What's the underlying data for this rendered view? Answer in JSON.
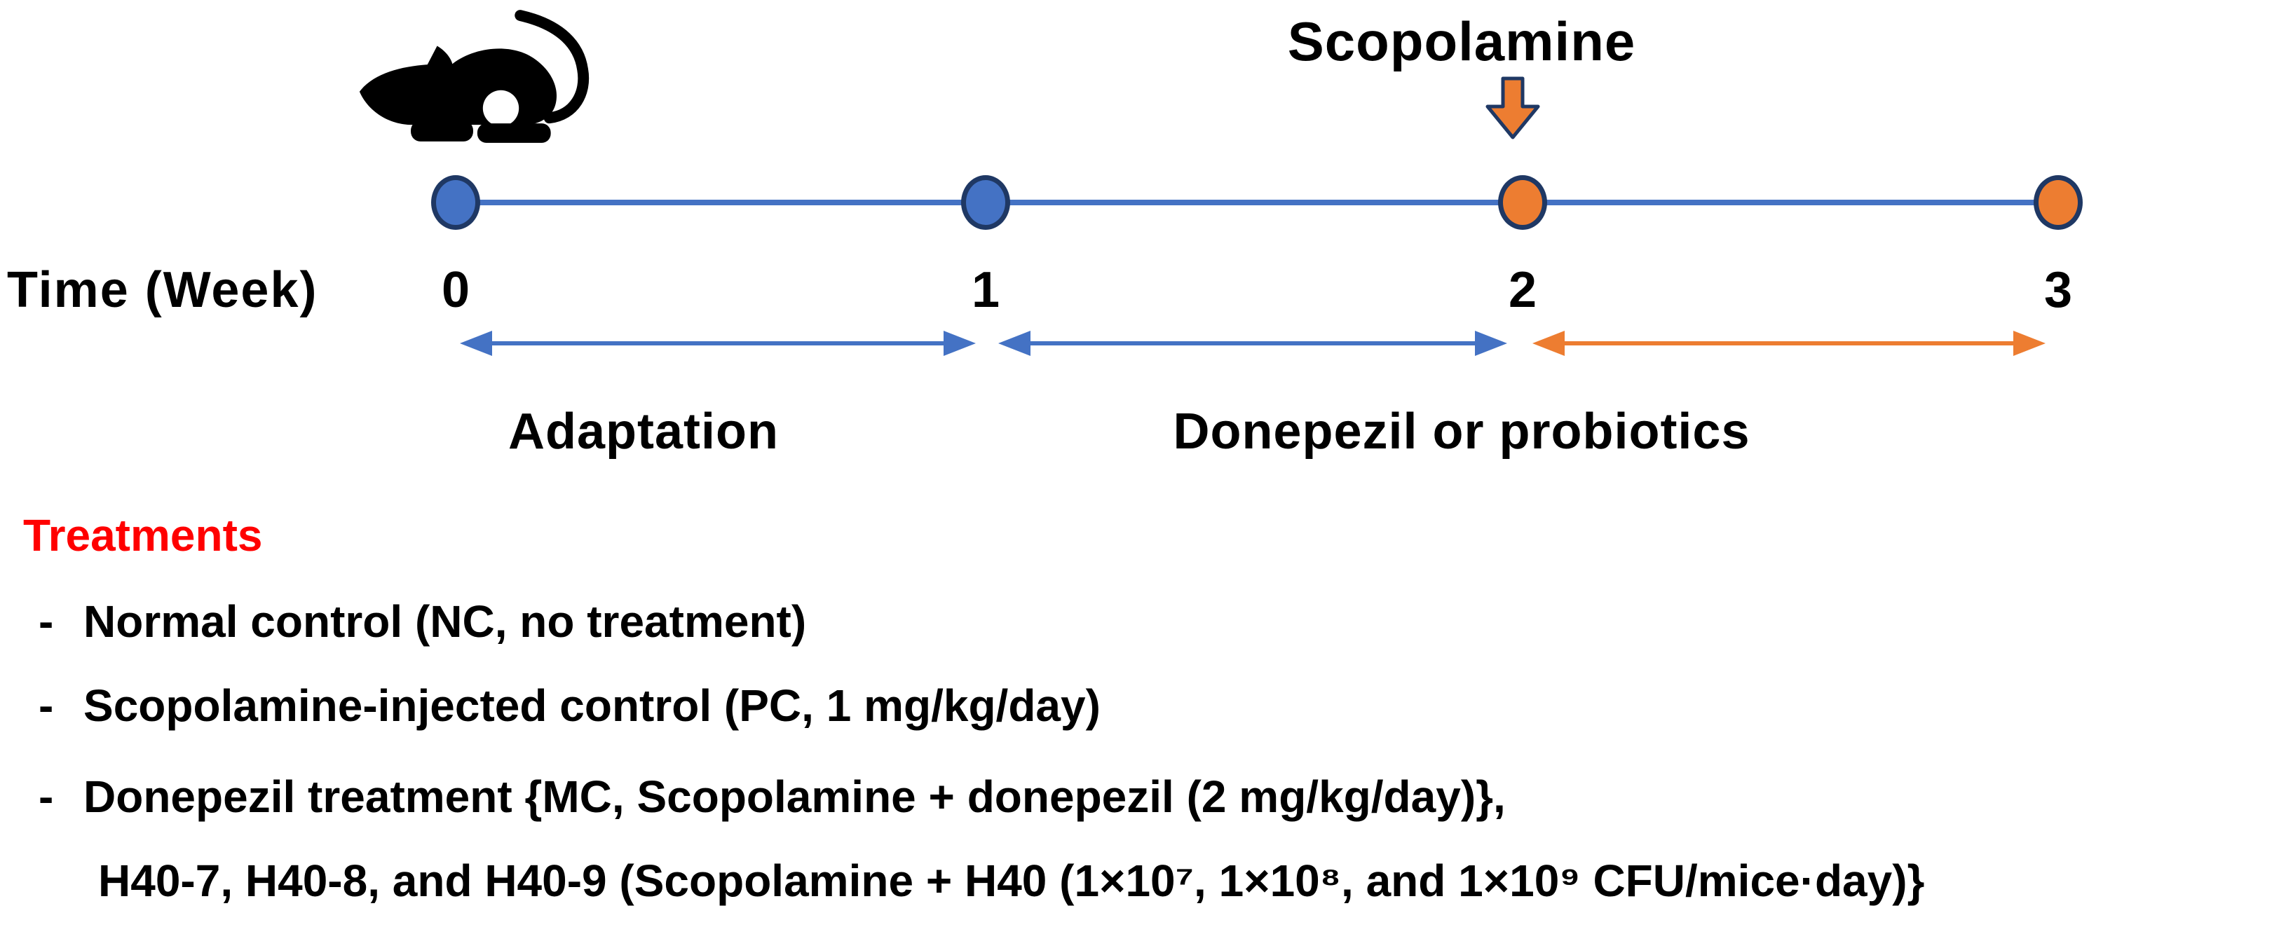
{
  "figure": {
    "timeline": {
      "axis_label": "Time (Week)",
      "ticks": [
        "0",
        "1",
        "2",
        "3"
      ],
      "event": {
        "label": "Scopolamine",
        "at_week": "2"
      },
      "phase_labels": [
        "Adaptation",
        "Donepezil or probiotics"
      ],
      "arrows": [
        {
          "from": "0",
          "to": "1",
          "color": "#4472C4"
        },
        {
          "from": "1",
          "to": "2",
          "color": "#4472C4"
        },
        {
          "from": "2",
          "to": "3",
          "color": "#ED7D31"
        }
      ],
      "dots": [
        {
          "week": "0",
          "color": "#4472C4"
        },
        {
          "week": "1",
          "color": "#4472C4"
        },
        {
          "week": "2",
          "color": "#ED7D31"
        },
        {
          "week": "3",
          "color": "#ED7D31"
        }
      ],
      "icon": "mouse-icon"
    },
    "treatments": {
      "heading": "Treatments",
      "items": [
        {
          "bullet": "-",
          "text": "Normal control (NC, no treatment)"
        },
        {
          "bullet": "-",
          "text": "Scopolamine-injected control (PC, 1 mg/kg/day)"
        },
        {
          "bullet": "-",
          "text": "Donepezil treatment {MC, Scopolamine + donepezil (2 mg/kg/day)},"
        },
        {
          "bullet": "",
          "text": "H40-7, H40-8, and H40-9 (Scopolamine + H40 (1×10⁷, 1×10⁸, and 1×10⁹ CFU/mice·day)}"
        }
      ]
    },
    "colors": {
      "blue": "#4472C4",
      "orange": "#ED7D31",
      "outline_navy": "#1F3864",
      "heading_red": "#FF0000",
      "text": "#000000"
    }
  }
}
